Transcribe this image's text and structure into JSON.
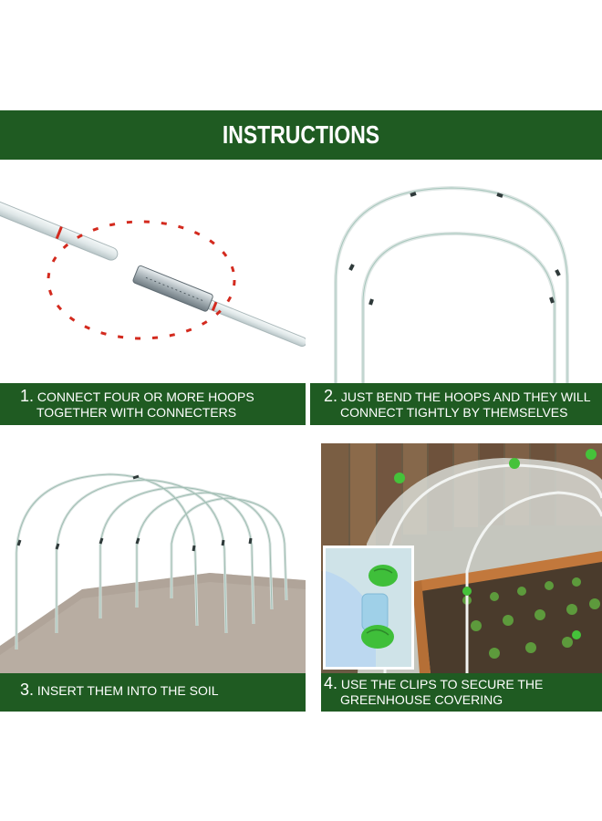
{
  "title": "INSTRUCTIONS",
  "colors": {
    "banner_green": "#1f5b22",
    "text": "#ffffff",
    "accent_red": "#d32a1e",
    "soil": "#b8ada2"
  },
  "steps": [
    {
      "number": "1.",
      "line1": "CONNECT FOUR OR MORE HOOPS",
      "line2": "TOGETHER WITH CONNECTERS"
    },
    {
      "number": "2.",
      "line1": "JUST BEND THE HOOPS AND THEY WILL",
      "line2": "CONNECT TIGHTLY BY THEMSELVES"
    },
    {
      "number": "3.",
      "line1": "INSERT THEM INTO THE SOIL",
      "line2": ""
    },
    {
      "number": "4.",
      "line1": "USE THE CLIPS TO SECURE THE",
      "line2": "GREENHOUSE COVERING"
    }
  ]
}
